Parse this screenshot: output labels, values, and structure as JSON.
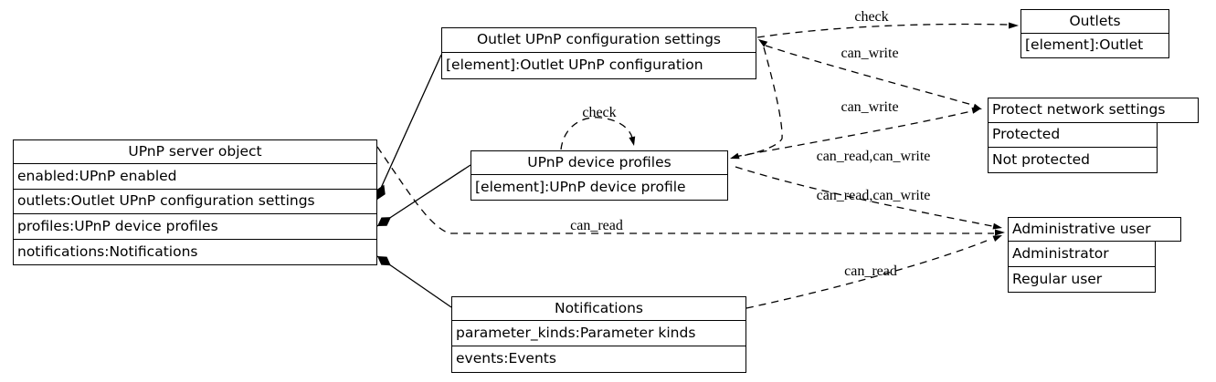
{
  "diagram": {
    "nodes": {
      "server": {
        "title": "UPnP server object",
        "rows": [
          "enabled:UPnP enabled",
          "outlets:Outlet UPnP configuration settings",
          "profiles:UPnP device profiles",
          "notifications:Notifications"
        ]
      },
      "outlet_config": {
        "title": "Outlet UPnP configuration settings",
        "rows": [
          "[element]:Outlet UPnP configuration"
        ]
      },
      "outlets": {
        "title": "Outlets",
        "rows": [
          "[element]:Outlet"
        ]
      },
      "profiles": {
        "title": "UPnP device profiles",
        "rows": [
          "[element]:UPnP device profile"
        ]
      },
      "notifications": {
        "title": "Notifications",
        "rows": [
          "parameter_kinds:Parameter kinds",
          "events:Events"
        ]
      },
      "protect": {
        "title": "Protect network settings",
        "rows": [
          "Protected",
          "Not protected"
        ]
      },
      "admin": {
        "title": "Administrative user",
        "rows": [
          "Administrator",
          "Regular user"
        ]
      }
    },
    "edges": {
      "check_outlets": "check",
      "check_self": "check",
      "can_write_upper": "can_write",
      "can_write_lower": "can_write",
      "can_read_write_upper": "can_read,can_write",
      "can_read_write_lower": "can_read,can_write",
      "can_read_server": "can_read",
      "can_read_notifications": "can_read"
    },
    "colors": {
      "line": "#000000",
      "background": "#ffffff"
    }
  }
}
